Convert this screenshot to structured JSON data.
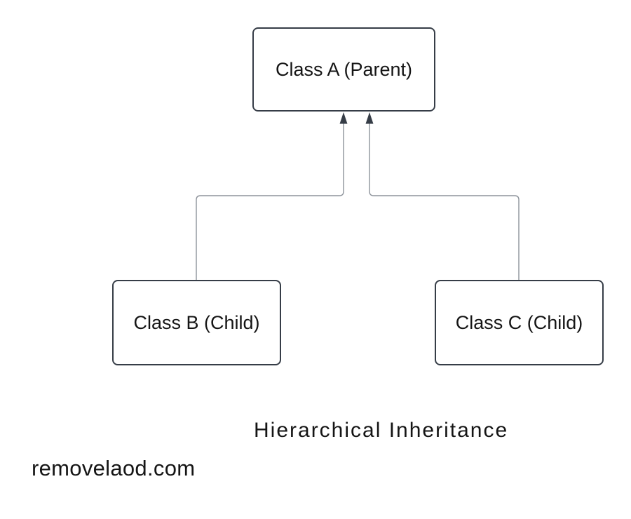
{
  "diagram": {
    "title": "Hierarchical Inheritance",
    "watermark": "removelaod.com",
    "nodes": [
      {
        "id": "class-a",
        "label": "Class A (Parent)",
        "role": "parent"
      },
      {
        "id": "class-b",
        "label": "Class B (Child)",
        "role": "child"
      },
      {
        "id": "class-c",
        "label": "Class C (Child)",
        "role": "child"
      }
    ],
    "edges": [
      {
        "from": "class-b",
        "to": "class-a",
        "style": "elbow",
        "arrowhead": "filled-triangle-up"
      },
      {
        "from": "class-c",
        "to": "class-a",
        "style": "elbow",
        "arrowhead": "filled-triangle-up"
      }
    ]
  },
  "colors": {
    "background": "#ffffff",
    "shape-fill": "#ffffff",
    "shape-border": "#363d47",
    "connector": "#8d939b",
    "arrowhead": "#363d47",
    "text": "#151515"
  }
}
